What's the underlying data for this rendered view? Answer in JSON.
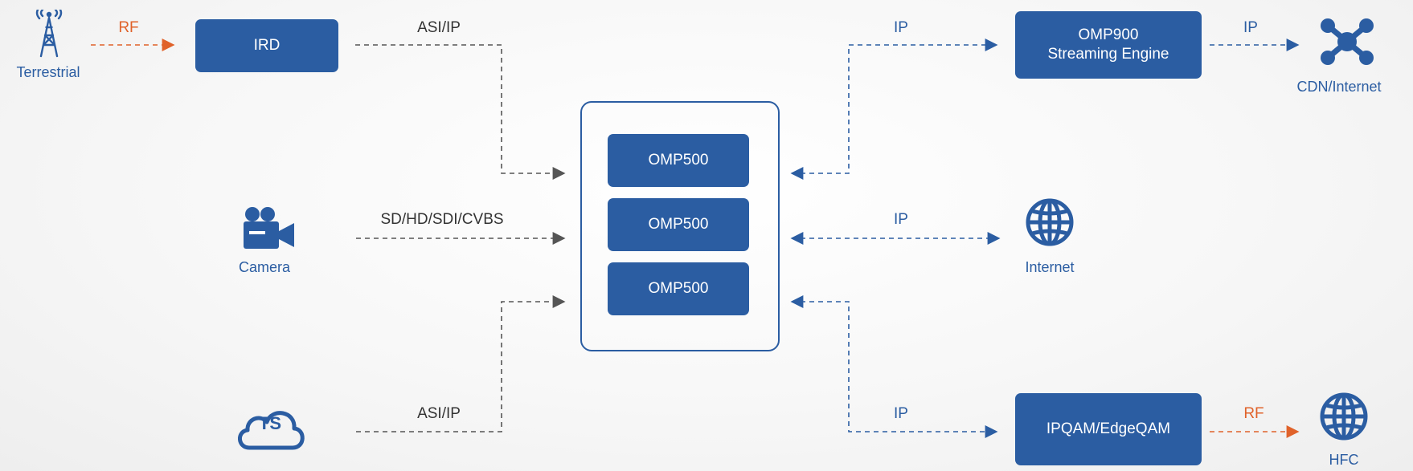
{
  "colors": {
    "box": "#2b5da2",
    "line_dark": "#555555",
    "line_blue": "#2b5da2",
    "rf": "#e0622a"
  },
  "sources": {
    "terrestrial": {
      "label": "Terrestrial",
      "icon": "antenna-tower-icon"
    },
    "camera": {
      "label": "Camera",
      "icon": "video-camera-icon"
    },
    "ts": {
      "label": "TS",
      "icon": "cloud-icon"
    }
  },
  "boxes": {
    "ird": "IRD",
    "omp500_1": "OMP500",
    "omp500_2": "OMP500",
    "omp500_3": "OMP500",
    "omp900_line1": "OMP900",
    "omp900_line2": "Streaming Engine",
    "ipqam": "IPQAM/EdgeQAM"
  },
  "destinations": {
    "cdn": {
      "label": "CDN/Internet",
      "icon": "network-nodes-icon"
    },
    "internet": {
      "label": "Internet",
      "icon": "globe-icon"
    },
    "hfc": {
      "label": "HFC",
      "icon": "globe-icon"
    }
  },
  "edges": {
    "rf_in": "RF",
    "asi_ip_top": "ASI/IP",
    "sd_hd": "SD/HD/SDI/CVBS",
    "asi_ip_bottom": "ASI/IP",
    "ip_omp900": "IP",
    "ip_cdn": "IP",
    "ip_internet": "IP",
    "ip_ipqam": "IP",
    "rf_out": "RF"
  }
}
